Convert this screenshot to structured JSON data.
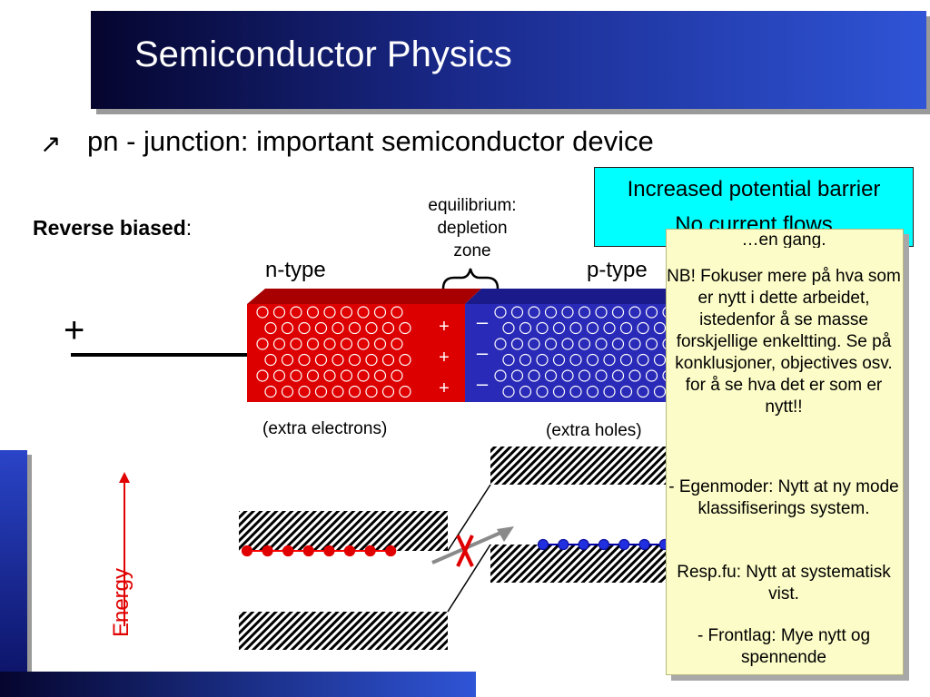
{
  "title": "Semiconductor Physics",
  "bullet": {
    "icon": "arrow-bullet-icon",
    "text": "pn - junction: important semiconductor device"
  },
  "callout": {
    "line1": "Increased potential barrier",
    "line2": "No current flows"
  },
  "note": {
    "line0": "…en gang.",
    "para1": "NB! Fokuser mere på hva som er nytt i dette arbeidet, istedenfor å se masse forskjellige enkeltting. Se på konklusjoner, objectives osv. for å se hva det er som er nytt!!",
    "para2": "- Egenmoder: Nytt at ny mode klassifiserings system.",
    "para3": "Resp.fu: Nytt at systematisk vist.",
    "para4": "- Frontlag: Mye nytt og spennende"
  },
  "diagram": {
    "reverse_label_bold": "Reverse biased",
    "reverse_label_colon": ":",
    "equilibrium_line1": "equilibrium:",
    "equilibrium_line2": "depletion",
    "equilibrium_line3": "zone",
    "n_type": "n-type",
    "p_type": "p-type",
    "extra_electrons": "(extra electrons)",
    "extra_holes": "(extra holes)",
    "plus_terminal": "+",
    "energy_label": "Energy",
    "plus_signs": [
      "+",
      "+",
      "+"
    ],
    "minus_signs": [
      "–",
      "–",
      "–"
    ]
  },
  "colors": {
    "n_region": "#dd0000",
    "p_region": "#2a2ab8",
    "callout_bg": "#00ffff",
    "note_bg": "#fcfcc8",
    "energy_arrow": "#e00000",
    "title_text": "#ffffff"
  }
}
